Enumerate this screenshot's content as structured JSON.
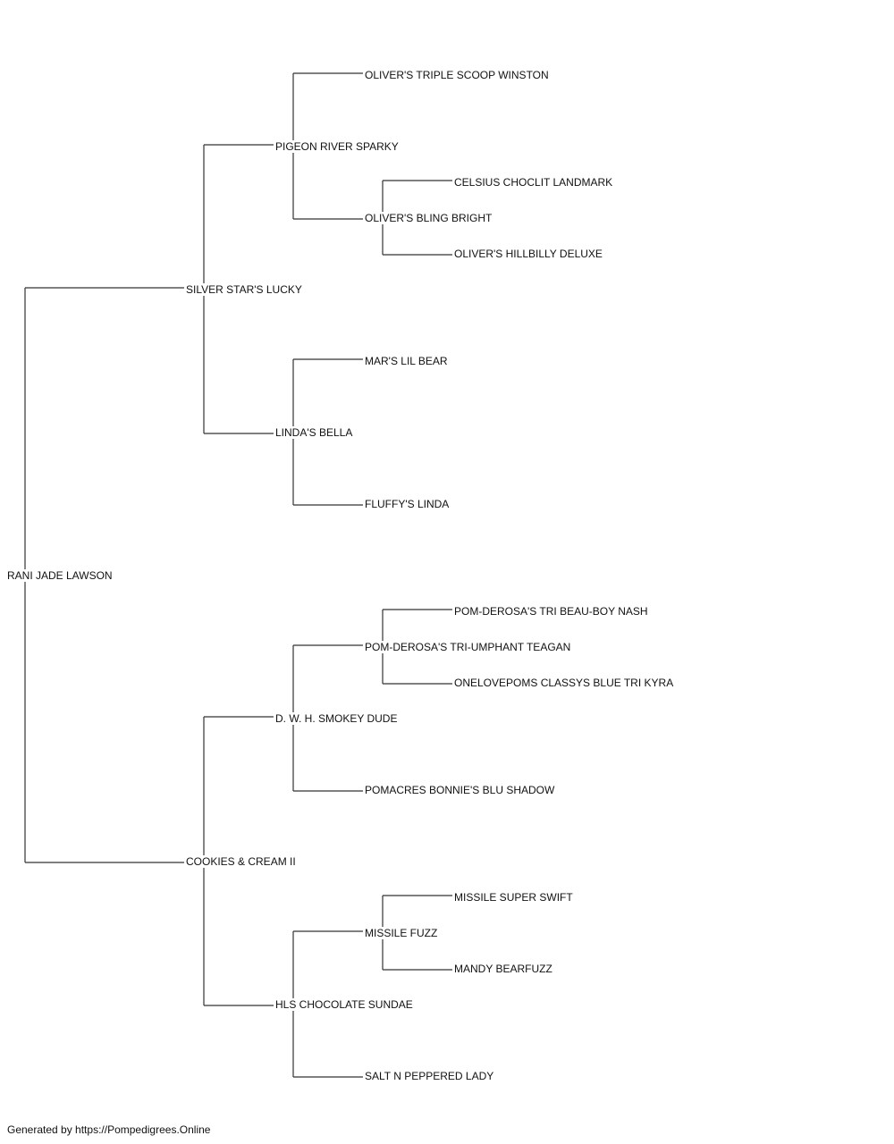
{
  "pedigree": {
    "subject": "RANI JADE LAWSON",
    "sire": {
      "name": "SILVER STAR'S LUCKY",
      "sire": {
        "name": "PIGEON RIVER SPARKY",
        "sire": {
          "name": "OLIVER'S TRIPLE SCOOP WINSTON"
        },
        "dam": {
          "name": "OLIVER'S BLING BRIGHT",
          "sire": {
            "name": "CELSIUS CHOCLIT LANDMARK"
          },
          "dam": {
            "name": "OLIVER'S HILLBILLY DELUXE"
          }
        }
      },
      "dam": {
        "name": "LINDA'S BELLA",
        "sire": {
          "name": "MAR'S LIL BEAR"
        },
        "dam": {
          "name": "FLUFFY'S LINDA"
        }
      }
    },
    "dam": {
      "name": "COOKIES & CREAM II",
      "sire": {
        "name": "D. W. H. SMOKEY DUDE",
        "sire": {
          "name": "POM-DEROSA'S TRI-UMPHANT TEAGAN",
          "sire": {
            "name": "POM-DEROSA'S TRI BEAU-BOY NASH"
          },
          "dam": {
            "name": "ONELOVEPOMS CLASSYS BLUE TRI KYRA"
          }
        },
        "dam": {
          "name": "POMACRES BONNIE'S BLU SHADOW"
        }
      },
      "dam": {
        "name": "HLS CHOCOLATE SUNDAE",
        "sire": {
          "name": "MISSILE FUZZ",
          "sire": {
            "name": "MISSILE SUPER SWIFT"
          },
          "dam": {
            "name": "MANDY BEARFUZZ"
          }
        },
        "dam": {
          "name": "SALT N PEPPERED LADY"
        }
      }
    }
  },
  "footer": "Generated by https://Pompedigrees.Online"
}
